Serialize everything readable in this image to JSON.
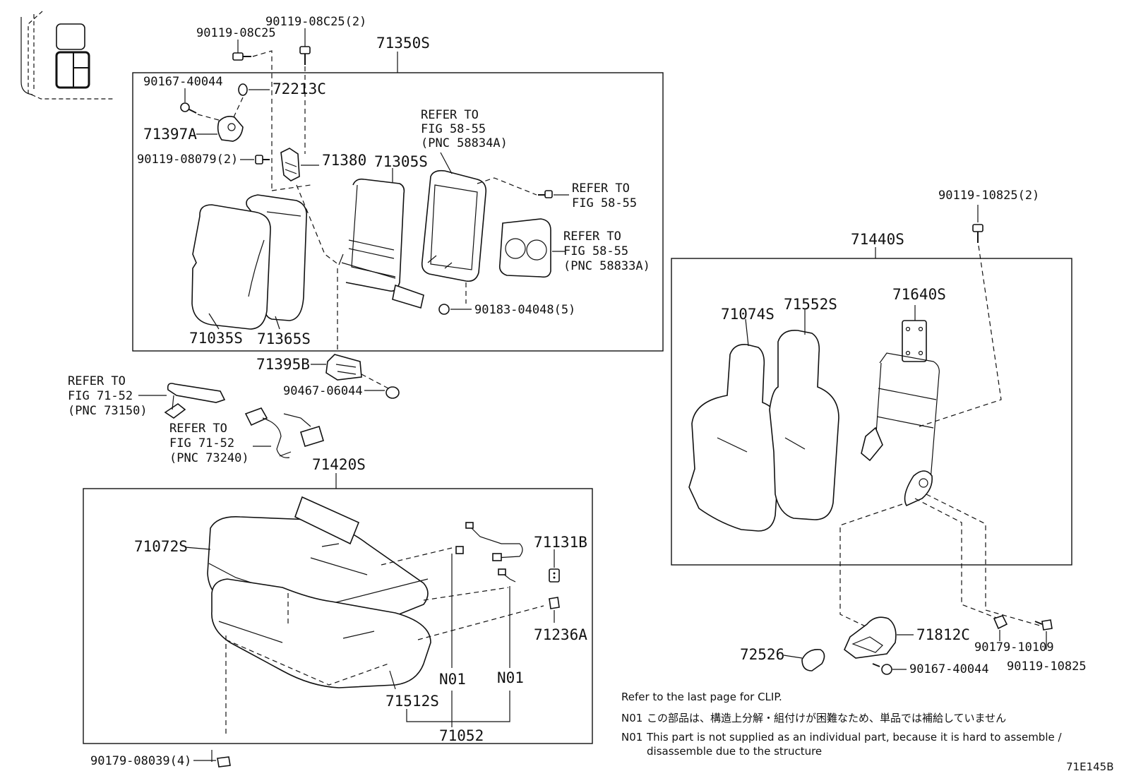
{
  "callouts": {
    "p90119_08c25": "90119-08C25",
    "p90119_08c25_2": "90119-08C25(2)",
    "p71350s": "71350S",
    "p90167_40044_top": "90167-40044",
    "p72213c": "72213C",
    "p71397a": "71397A",
    "p90119_08079": "90119-08079(2)",
    "p71380": "71380",
    "p71305s": "71305S",
    "p71035s": "71035S",
    "p71365s": "71365S",
    "p90183_04048": "90183-04048(5)",
    "p71395b": "71395B",
    "p90467_06044": "90467-06044",
    "p71420s": "71420S",
    "p71072s": "71072S",
    "p71131b": "71131B",
    "p71236a": "71236A",
    "p71512s": "71512S",
    "n01_a": "N01",
    "n01_b": "N01",
    "p71052": "71052",
    "p90179_08039": "90179-08039(4)",
    "p90119_10825_2": "90119-10825(2)",
    "p71440s": "71440S",
    "p71074s": "71074S",
    "p71552s": "71552S",
    "p71640s": "71640S",
    "p71812c": "71812C",
    "p72526": "72526",
    "p90167_40044_bot": "90167-40044",
    "p90179_10109": "90179-10109",
    "p90119_10825": "90119-10825"
  },
  "refs": {
    "r1": [
      "REFER TO",
      "FIG 58-55",
      "(PNC 58834A)"
    ],
    "r2": [
      "REFER TO",
      "FIG 58-55"
    ],
    "r3": [
      "REFER TO",
      "FIG 58-55",
      "(PNC 58833A)"
    ],
    "r4": [
      "REFER TO",
      "FIG 71-52",
      "(PNC 73150)"
    ],
    "r5": [
      "REFER TO",
      "FIG 71-52",
      "(PNC 73240)"
    ]
  },
  "notes": {
    "clip": "Refer to the last page for CLIP.",
    "n01_label_jp": "N01",
    "n01_jp": "この部品は、構造上分解・組付けが困難なため、単品では補給していません",
    "n01_label_en": "N01",
    "n01_en_1": "This part is not supplied as an individual part, because it is hard to assemble /",
    "n01_en_2": "disassemble due to the structure"
  },
  "figure_id": "71E145B"
}
